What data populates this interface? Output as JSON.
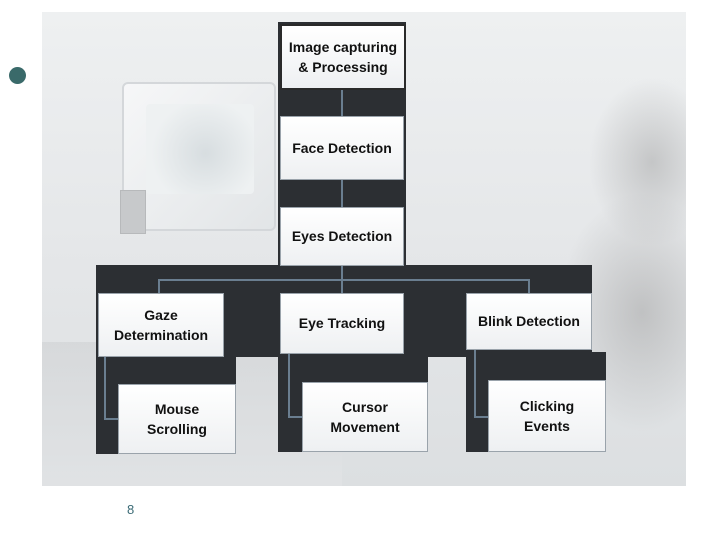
{
  "slide": {
    "page_number": "8"
  },
  "diagram": {
    "nodes": [
      {
        "id": "image-capturing",
        "lines": [
          "Image capturing",
          "& Processing"
        ]
      },
      {
        "id": "face-detection",
        "lines": [
          "Face Detection"
        ]
      },
      {
        "id": "eyes-detection",
        "lines": [
          "Eyes Detection"
        ]
      },
      {
        "id": "gaze-determination",
        "lines": [
          "Gaze",
          "Determination"
        ]
      },
      {
        "id": "eye-tracking",
        "lines": [
          "Eye Tracking"
        ]
      },
      {
        "id": "blink-detection",
        "lines": [
          "Blink Detection"
        ]
      },
      {
        "id": "mouse-scrolling",
        "lines": [
          "Mouse Scrolling"
        ]
      },
      {
        "id": "cursor-movement",
        "lines": [
          "Cursor",
          "Movement"
        ]
      },
      {
        "id": "clicking-events",
        "lines": [
          "Clicking Events"
        ]
      }
    ],
    "edges": [
      [
        "image-capturing",
        "face-detection"
      ],
      [
        "face-detection",
        "eyes-detection"
      ],
      [
        "eyes-detection",
        "gaze-determination"
      ],
      [
        "eyes-detection",
        "eye-tracking"
      ],
      [
        "eyes-detection",
        "blink-detection"
      ],
      [
        "gaze-determination",
        "mouse-scrolling"
      ],
      [
        "eye-tracking",
        "cursor-movement"
      ],
      [
        "blink-detection",
        "clicking-events"
      ]
    ],
    "colors": {
      "dark_background": "#2c2f33",
      "connector": "#6a7e90",
      "bullet": "#3a6a6a",
      "page_number": "#3b6b76"
    }
  }
}
